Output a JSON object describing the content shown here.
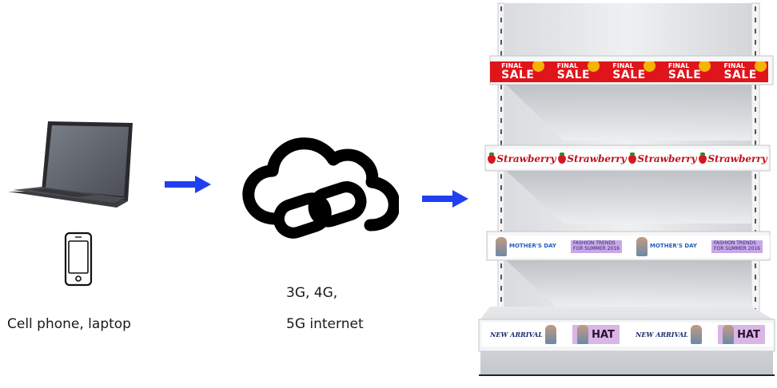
{
  "labels": {
    "devices": "Cell phone, laptop",
    "network_line1": "3G, 4G,",
    "network_line2": "5G internet"
  },
  "icons": {
    "laptop": "laptop-icon",
    "phone": "cell-phone-icon",
    "cloud": "cloud-link-icon",
    "shelf": "store-shelf-display"
  },
  "shelf_strips": {
    "sale_small": "FINAL",
    "sale_big": "SALE",
    "strawberry": "Strawberry",
    "mothers_day": "MOTHER'S DAY",
    "fashion": "FASHION TRENDS",
    "fashion_sub": "FOR SUMMER 2016",
    "hat": "HAT",
    "new_arrival": "NEW ARRIVAL"
  },
  "colors": {
    "arrow": "#1f3ff0",
    "sale_strip": "#e0141b",
    "text": "#1a1a1a"
  }
}
